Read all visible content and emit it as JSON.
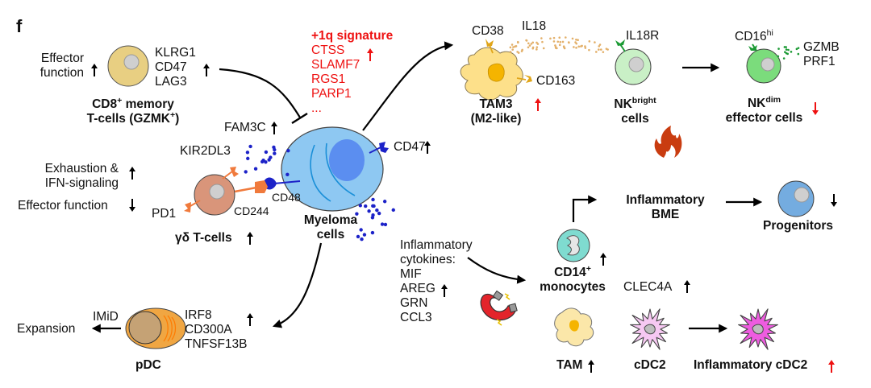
{
  "panel_label": "f",
  "cd8": {
    "left_label": [
      "Effector",
      "function"
    ],
    "left_arrow": "up",
    "markers": [
      "KLRG1",
      "CD47",
      "LAG3"
    ],
    "markers_arrow": "up",
    "title_line1": "CD8",
    "title_line1_sup": "+",
    "title_line1_rest": " memory",
    "title_line2": "T-cells (GZMK",
    "title_line2_sup": "+",
    "title_line2_end": ")"
  },
  "signature": {
    "title": "+1q signature",
    "genes": [
      "CTSS",
      "SLAMF7",
      "RGS1",
      "PARP1",
      "..."
    ],
    "slamf7_arrow": "up",
    "color": "#ee1111"
  },
  "myeloma": {
    "title": [
      "Myeloma",
      "cells"
    ],
    "fam3c": "FAM3C",
    "cd47": "CD47",
    "cd48": "CD48"
  },
  "gd_tcells": {
    "kir": "KIR2DL3",
    "pd1": "PD1",
    "cd244": "CD244",
    "title": "γδ T-cells",
    "title_arrow": "up",
    "exhaustion": [
      "Exhaustion &",
      "IFN-signaling"
    ],
    "exhaustion_arrow": "up",
    "effector": "Effector function",
    "effector_arrow": "down"
  },
  "tam3": {
    "cd38": "CD38",
    "il18": "IL18",
    "cd163": "CD163",
    "title": [
      "TAM3",
      "(M2-like)"
    ],
    "arrow": "up-red"
  },
  "nk_bright": {
    "receptor": "IL18R",
    "title_main": "NK",
    "title_sup": "bright",
    "title_line2": "cells"
  },
  "nk_dim": {
    "receptor_main": "CD16",
    "receptor_sup": "hi",
    "secreted": [
      "GZMB",
      "PRF1"
    ],
    "title_main": "NK",
    "title_sup": "dim",
    "title_line2": "effector cells",
    "arrow": "down-red"
  },
  "inflammatory_bme": {
    "title": [
      "Inflammatory",
      "BME"
    ]
  },
  "progenitors": {
    "title": "Progenitors",
    "arrow": "down"
  },
  "cytokines": {
    "header": [
      "Inflammatory",
      "cytokines:"
    ],
    "list": [
      "MIF",
      "AREG",
      "GRN",
      "CCL3"
    ],
    "arrow": "up"
  },
  "monocytes": {
    "title_main": "CD14",
    "title_sup": "+",
    "title_line2": "monocytes",
    "arrow": "up",
    "clec": "CLEC4A",
    "clec_arrow": "up"
  },
  "tam": {
    "title": "TAM",
    "arrow": "up"
  },
  "cdc2": {
    "title": "cDC2"
  },
  "inflam_cdc2": {
    "title": "Inflammatory cDC2",
    "arrow": "up-red"
  },
  "pdc": {
    "title": "pDC",
    "markers": [
      "IRF8",
      "CD300A",
      "TNFSF13B"
    ],
    "markers_arrow": "up",
    "imid": "IMiD",
    "expansion": "Expansion"
  },
  "colors": {
    "cd8_cell": "#e8cf82",
    "myeloma_cell": "#8ec8f2",
    "myeloma_nucleus": "#5b8ef0",
    "gd_cell": "#d9957a",
    "orange_receptor": "#f07a3c",
    "blue_ligand": "#1c22c8",
    "tam_cell": "#fde08a",
    "tam_nucleus": "#f5b400",
    "il18_dots": "#e3b06a",
    "nk_bright": "#c9f0c6",
    "nk_dim": "#7bdc7c",
    "receptor_green": "#1b9a34",
    "progenitor": "#74ace0",
    "monocyte": "#7fdbd0",
    "tam_light": "#fbe7a9",
    "cdc2": "#f6c8f2",
    "inflam_cdc2": "#ee5ce0",
    "pdc": "#f0a642",
    "pdc_nucleus": "#c5a275",
    "flame": "#c93c10",
    "magnet": "#e3242b",
    "red_arrow": "#ee1111"
  }
}
